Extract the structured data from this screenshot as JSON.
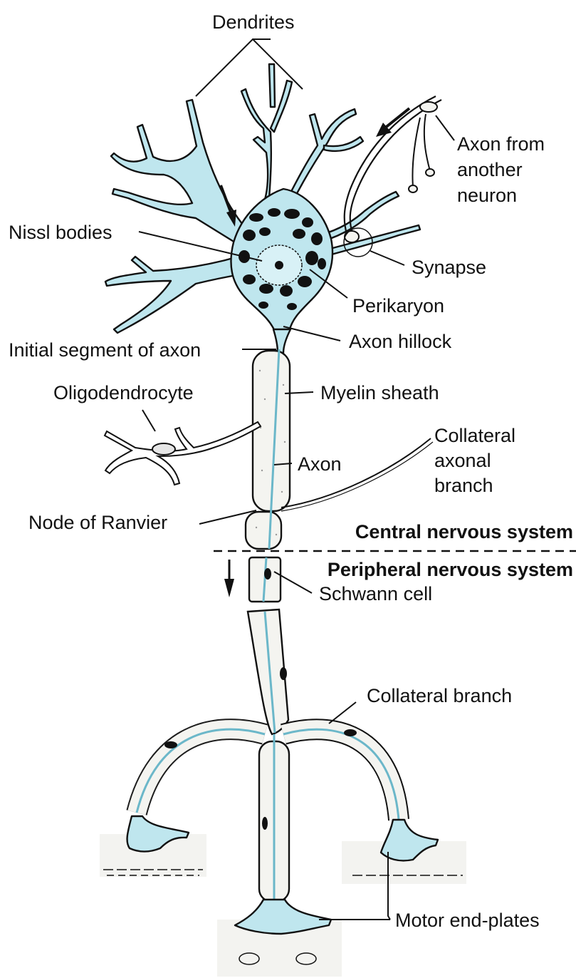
{
  "labels": {
    "dendrites": "Dendrites",
    "axon_from_another_neuron_1": "Axon from",
    "axon_from_another_neuron_2": "another",
    "axon_from_another_neuron_3": "neuron",
    "nissl_bodies": "Nissl bodies",
    "synapse": "Synapse",
    "perikaryon": "Perikaryon",
    "axon_hillock": "Axon hillock",
    "initial_segment": "Initial segment of axon",
    "oligodendrocyte": "Oligodendrocyte",
    "myelin_sheath": "Myelin sheath",
    "collateral_axonal_1": "Collateral",
    "collateral_axonal_2": "axonal",
    "collateral_axonal_3": "branch",
    "axon": "Axon",
    "node_of_ranvier": "Node of Ranvier",
    "central_nervous_system": "Central nervous system",
    "peripheral_nervous_system": "Peripheral nervous system",
    "schwann_cell": "Schwann cell",
    "collateral_branch": "Collateral branch",
    "motor_end_plates": "Motor end-plates"
  },
  "colors": {
    "cell_fill": "#bfe6ee",
    "sheath_fill": "#f4f4f0",
    "ink": "#111111"
  }
}
